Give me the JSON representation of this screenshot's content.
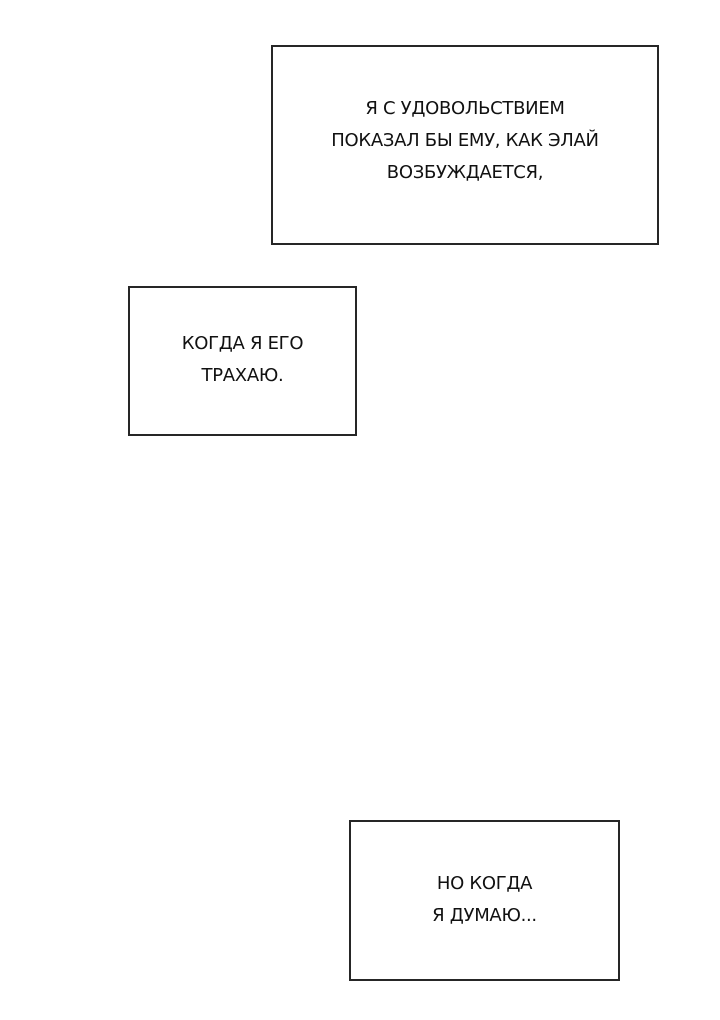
{
  "panel": {
    "background": "#ffffff",
    "border_color": "#262626",
    "captions": [
      {
        "lines": [
          "Я С УДОВОЛЬСТВИЕМ",
          "ПОКАЗАЛ БЫ ЕМУ, КАК ЭЛАЙ",
          "ВОЗБУЖДАЕТСЯ,"
        ]
      },
      {
        "lines": [
          "КОГДА Я ЕГО",
          "ТРАХАЮ."
        ]
      },
      {
        "lines": [
          "НО КОГДА",
          "Я ДУМАЮ..."
        ]
      }
    ]
  }
}
